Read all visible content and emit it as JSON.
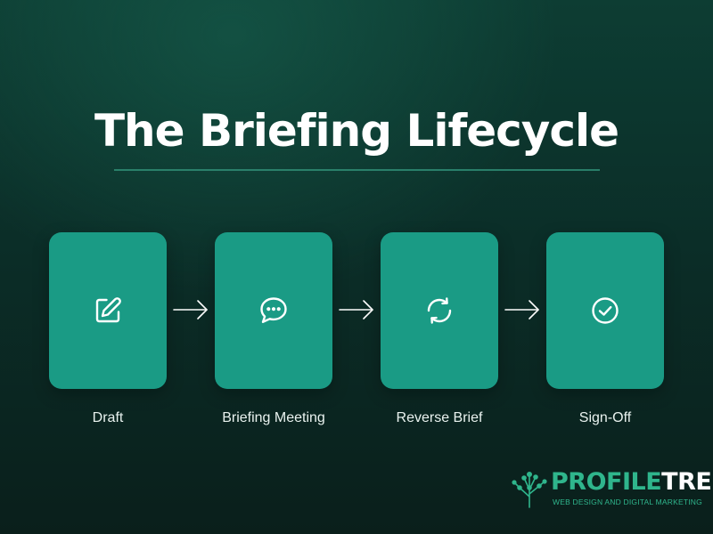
{
  "title": "The Briefing Lifecycle",
  "steps": [
    {
      "label": "Draft",
      "icon": "edit-icon"
    },
    {
      "label": "Briefing Meeting",
      "icon": "chat-bubble-icon"
    },
    {
      "label": "Reverse Brief",
      "icon": "refresh-icon"
    },
    {
      "label": "Sign-Off",
      "icon": "check-circle-icon"
    }
  ],
  "connectors": [
    "arrow-right-icon",
    "arrow-right-icon",
    "arrow-right-icon"
  ],
  "brand": {
    "name_part1": "PROFILE",
    "name_part2": "TREE",
    "tagline": "WEB DESIGN AND DIGITAL MARKETING",
    "icon": "tree-logo-icon"
  },
  "colors": {
    "card": "#1a9b85",
    "accent": "#2fb58c",
    "background": "#0b2e28",
    "text": "#ffffff"
  }
}
